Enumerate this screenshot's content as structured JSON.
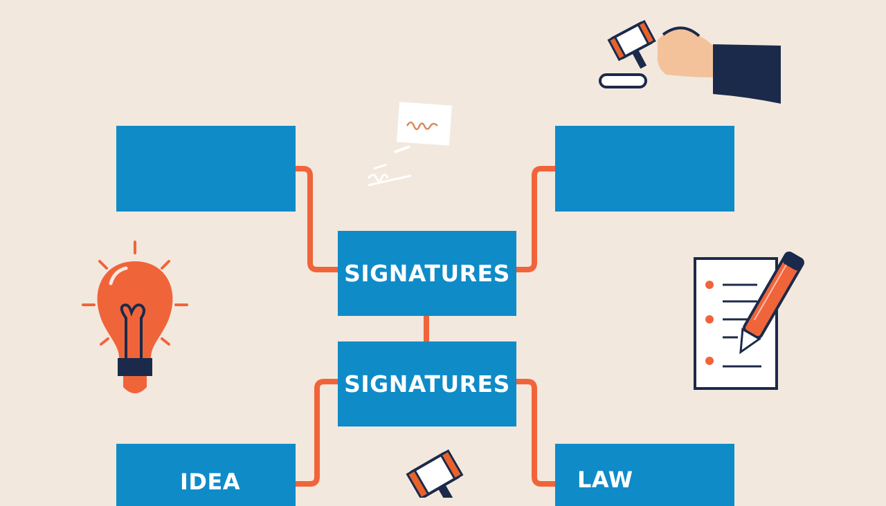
{
  "diagram": {
    "center_box_top_label": "SIGNATURES",
    "center_box_bottom_label": "SIGNATURES",
    "top_left_box_label": "",
    "top_right_box_label": "",
    "bottom_left_box_label": "IDEA",
    "bottom_right_box_label": "LAW"
  },
  "colors": {
    "background": "#f2e8de",
    "box_fill": "#0f8bc8",
    "connector": "#f0643a",
    "accent_navy": "#1b2a4a"
  },
  "icons": [
    "signature-note-icon",
    "gavel-hand-icon",
    "light-bulb-icon",
    "checklist-pen-icon",
    "gavel-icon"
  ]
}
